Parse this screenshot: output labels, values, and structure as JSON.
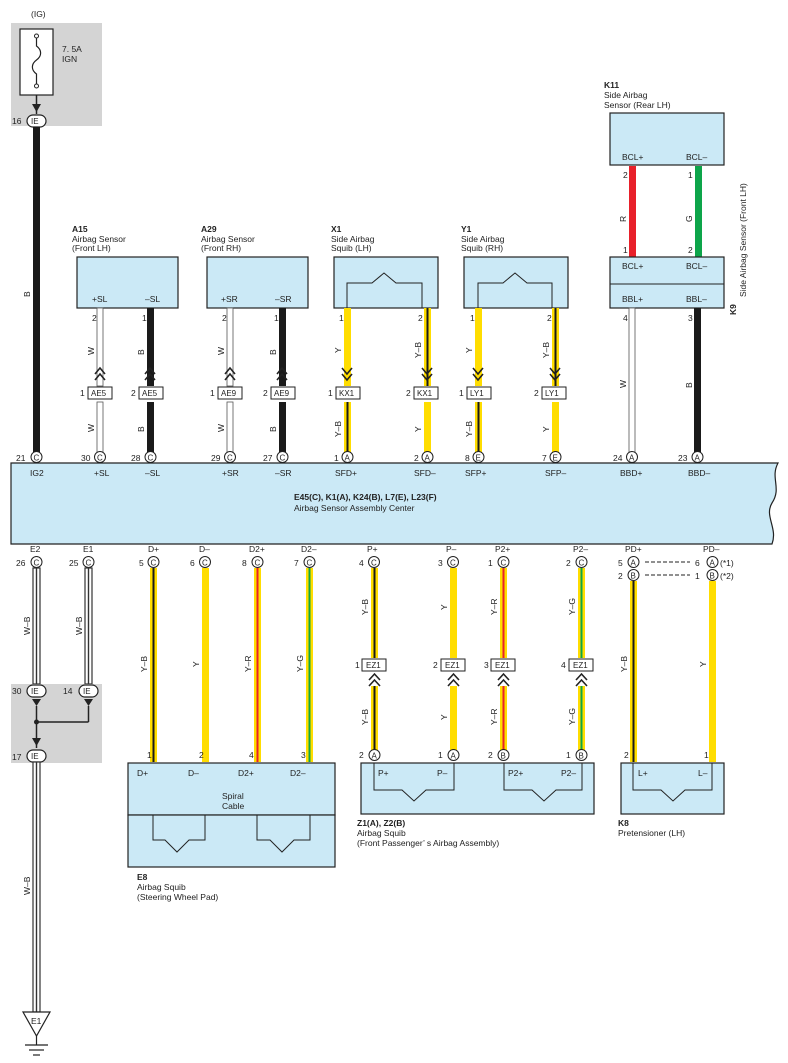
{
  "colors": {
    "component_fill": "#cbe9f6",
    "ig_box_fill": "#d4d4d4",
    "B": "#1a1a1a",
    "W": "#ffffff",
    "Y": "#ffdd00",
    "R": "#e8202a",
    "G": "#0da54a"
  },
  "power": {
    "label": "(IG)",
    "fuse_rating": "7. 5A",
    "fuse_name": "IGN",
    "connector_top": "IE",
    "pin_top": "16"
  },
  "k11": {
    "code": "K11",
    "name_line1": "Side Airbag",
    "name_line2": "Sensor (Rear LH)",
    "term_left": "BCL+",
    "term_right": "BCL–",
    "pin_left": "2",
    "pin_right": "1"
  },
  "k9": {
    "code": "K9",
    "name": "Side Airbag Sensor (Front LH)",
    "term_bcl_plus": "BCL+",
    "term_bcl_minus": "BCL–",
    "term_bbl_plus": "BBL+",
    "term_bbl_minus": "BBL–",
    "pin_bcl_plus": "1",
    "pin_bcl_minus": "2",
    "pin_bbl_plus": "4",
    "pin_bbl_minus": "3"
  },
  "a15": {
    "code": "A15",
    "name_line1": "Airbag Sensor",
    "name_line2": "(Front LH)",
    "term_left": "+SL",
    "term_right": "–SL",
    "pin_left": "2",
    "pin_right": "1",
    "conn": "AE5"
  },
  "a29": {
    "code": "A29",
    "name_line1": "Airbag Sensor",
    "name_line2": "(Front RH)",
    "term_left": "+SR",
    "term_right": "–SR",
    "pin_left": "2",
    "pin_right": "1",
    "conn": "AE9"
  },
  "x1": {
    "code": "X1",
    "name_line1": "Side Airbag",
    "name_line2": "Squib (LH)",
    "pin_left": "1",
    "pin_right": "2",
    "conn": "KX1"
  },
  "y1": {
    "code": "Y1",
    "name_line1": "Side Airbag",
    "name_line2": "Squib (RH)",
    "pin_left": "1",
    "pin_right": "2",
    "conn": "LY1"
  },
  "ecu": {
    "codes": "E45(C), K1(A), K24(B), L7(E), L23(F)",
    "name": "Airbag Sensor Assembly Center",
    "top_terms": [
      "IG2",
      "+SL",
      "–SL",
      "+SR",
      "–SR",
      "SFD+",
      "SFD–",
      "SFP+",
      "SFP–",
      "BBD+",
      "BBD–"
    ],
    "top_pins": [
      "21",
      "30",
      "28",
      "29",
      "27",
      "1",
      "2",
      "8",
      "7",
      "24",
      "23"
    ],
    "top_conns": [
      "C",
      "C",
      "C",
      "C",
      "C",
      "A",
      "A",
      "E",
      "E",
      "A",
      "A"
    ],
    "bottom_terms": [
      "E2",
      "E1",
      "D+",
      "D–",
      "D2+",
      "D2–",
      "P+",
      "P–",
      "P2+",
      "P2–",
      "PD+",
      "PD–"
    ],
    "bottom_pins": [
      "26",
      "25",
      "5",
      "6",
      "8",
      "7",
      "4",
      "3",
      "1",
      "2",
      "5",
      "6"
    ],
    "bottom_conns": [
      "C",
      "C",
      "C",
      "C",
      "C",
      "C",
      "C",
      "C",
      "C",
      "C",
      "A",
      "A"
    ],
    "alt_pins": [
      "2",
      "1"
    ],
    "alt_conns": [
      "B",
      "B"
    ],
    "note1": "(*1)",
    "note2": "(*2)"
  },
  "wires": {
    "ig2": "B",
    "sl_plus": "W",
    "sl_minus": "B",
    "sr_plus": "W",
    "sr_minus": "B",
    "sfd_plus_up": "Y",
    "sfd_minus_up": "Y–B",
    "sfd_plus_low": "Y–B",
    "sfd_minus_low": "Y",
    "sfp_plus_up": "Y",
    "sfp_minus_up": "Y–B",
    "sfp_plus_low": "Y–B",
    "sfp_minus_low": "Y",
    "bcl_plus": "R",
    "bcl_minus": "G",
    "bbd_plus": "W",
    "bbd_minus": "B",
    "e2": "W–B",
    "e1": "W–B",
    "ground": "W–B",
    "d_plus": "Y–B",
    "d_minus": "Y",
    "d2_plus": "Y–R",
    "d2_minus": "Y–G",
    "p_plus": "Y–B",
    "p_minus": "Y",
    "p2_plus": "Y–R",
    "p2_minus": "Y–G",
    "pd_plus": "Y–B",
    "pd_minus": "Y"
  },
  "ez1_conn": "EZ1",
  "ez1_pins": [
    "1",
    "2",
    "3",
    "4"
  ],
  "ie_conns": {
    "c30": "IE",
    "c14": "IE",
    "c17": "IE",
    "p30": "30",
    "p14": "14",
    "p17": "17"
  },
  "e8": {
    "code": "E8",
    "name_line1": "Airbag Squib",
    "name_line2": "(Steering Wheel Pad)",
    "terms": [
      "D+",
      "D–",
      "D2+",
      "D2–"
    ],
    "pins": [
      "1",
      "2",
      "4",
      "3"
    ],
    "inner_line1": "Spiral",
    "inner_line2": "Cable"
  },
  "z1": {
    "code": "Z1(A), Z2(B)",
    "name_line1": "Airbag Squib",
    "name_line2": "(Front Passenger’ s Airbag Assembly)",
    "terms": [
      "P+",
      "P–",
      "P2+",
      "P2–"
    ],
    "pins": [
      "2",
      "1",
      "2",
      "1"
    ],
    "conns": [
      "A",
      "A",
      "B",
      "B"
    ]
  },
  "k8": {
    "code": "K8",
    "name": "Pretensioner (LH)",
    "terms": [
      "L+",
      "L–"
    ],
    "pins": [
      "2",
      "1"
    ]
  },
  "ground": {
    "label": "E1"
  }
}
